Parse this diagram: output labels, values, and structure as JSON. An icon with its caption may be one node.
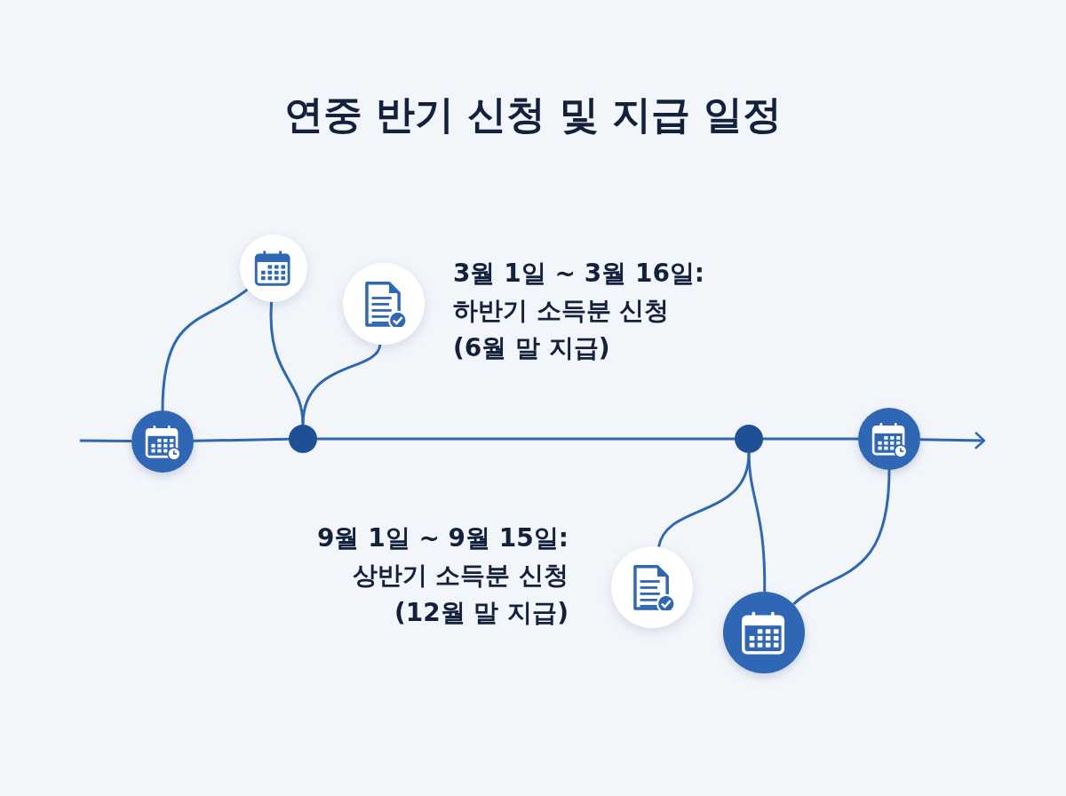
{
  "diagram": {
    "title": "연중 반기 신청 및 지급 일정",
    "nodes": [
      {
        "text": [],
        "shape": "circle"
      },
      {
        "text": [],
        "shape": "circle"
      },
      {
        "text": [],
        "shape": "circle"
      },
      {
        "text": [],
        "shape": "circle"
      },
      {
        "text": [],
        "shape": "circle"
      },
      {
        "text": [],
        "shape": "circle"
      },
      {
        "text": [],
        "shape": "circle"
      },
      {
        "text": [],
        "shape": "circle"
      }
    ],
    "edges": [
      {
        "from": 2,
        "to": 0,
        "arrow": "none"
      },
      {
        "from": 0,
        "to": 3,
        "arrow": "none"
      },
      {
        "from": 1,
        "to": 3,
        "arrow": "none"
      },
      {
        "from": null,
        "to": 2,
        "arrow": "none"
      },
      {
        "from": 2,
        "to": 3,
        "arrow": "none"
      },
      {
        "from": 3,
        "to": 4,
        "arrow": "none"
      },
      {
        "from": 4,
        "to": 5,
        "arrow": "none"
      },
      {
        "from": 5,
        "to": null,
        "arrow": "to"
      },
      {
        "from": 4,
        "to": 6,
        "arrow": "none"
      },
      {
        "from": 4,
        "to": 7,
        "arrow": "none"
      },
      {
        "from": 5,
        "to": 7,
        "arrow": "none"
      }
    ],
    "labels": [
      "3월 1일 ~ 3월 16일:",
      "하반기 소득분 신청",
      "(6월 말 지급)",
      "9월 1일 ~ 9월 15일:",
      "상반기 소득분 신청",
      "(12월 말 지급)"
    ]
  }
}
